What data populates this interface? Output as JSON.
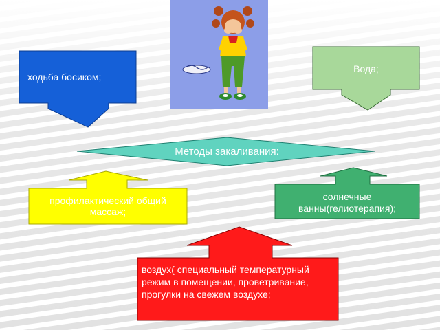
{
  "slide": {
    "center_label": "Методы закаливания:",
    "methods": {
      "barefoot": "ходьба босиком;",
      "water": "Вода;",
      "massage": "профилактический общий массаж;",
      "sun": "солнечные ванны(гелиотерапия);",
      "air": "воздух( специальный температурный режим в помещении, проветривание, прогулки на свежем воздухе;"
    }
  },
  "colors": {
    "barefoot": "#1560d8",
    "water": "#a8d89a",
    "massage": "#ffff00",
    "sun": "#40b070",
    "air": "#ff1a1a",
    "center": "#60d3bf",
    "photo_bg": "#8c9ee8"
  }
}
